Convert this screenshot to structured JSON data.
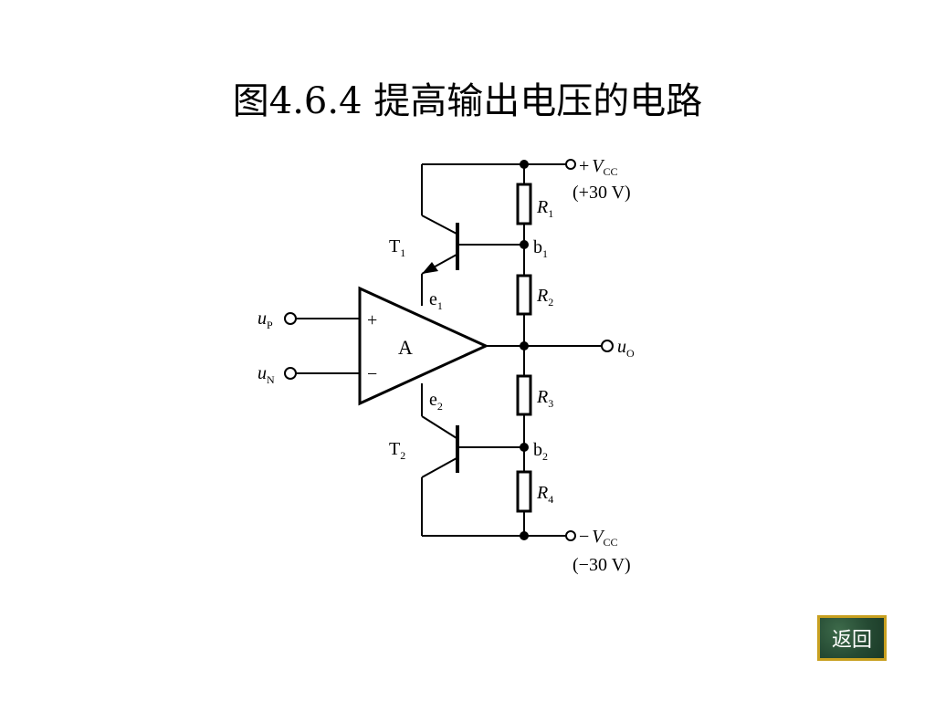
{
  "title": "图4.6.4  提高输出电压的电路",
  "back_button": "返回",
  "labels": {
    "vcc_pos_sign": "+",
    "vcc_neg_sign": "−",
    "v": "V",
    "cc": "CC",
    "vcc_pos_value": "(+30 V)",
    "vcc_neg_value": "(−30 V)",
    "R": "R",
    "r1_sub": "1",
    "r2_sub": "2",
    "r3_sub": "3",
    "r4_sub": "4",
    "T": "T",
    "t1_sub": "1",
    "t2_sub": "2",
    "b": "b",
    "b1_sub": "1",
    "b2_sub": "2",
    "e": "e",
    "e1_sub": "1",
    "e2_sub": "2",
    "u": "u",
    "up_sub": "P",
    "un_sub": "N",
    "uo_sub": "O",
    "amp": "A",
    "plus": "+",
    "minus": "−"
  }
}
